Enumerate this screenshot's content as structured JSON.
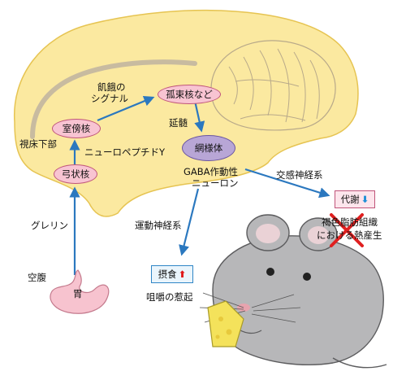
{
  "labels": {
    "feeding_signal": "飢餓の\nシグナル",
    "feeding_signal_l1": "飢餓の",
    "feeding_signal_l2": "シグナル",
    "enlarged": "延髄",
    "thalamus": "視床下部",
    "npy": "ニューロペプチドY",
    "gaba": "GABA作動性",
    "gaba_l2": "ニューロン",
    "sympathetic": "交感神経系",
    "motor": "運動神経系",
    "ghrelin": "グレリン",
    "fasting": "空腹",
    "stomach": "胃",
    "chewing": "咀嚼の惹起",
    "brown_fat_l1": "褐色脂肪組織",
    "brown_fat_l2": "における熱産生"
  },
  "nodes": {
    "pvn": "室傍核",
    "arc": "弓状核",
    "nts": "孤束核など",
    "reticular": "網様体",
    "metabolism": "代謝",
    "intake": "摂食"
  },
  "colors": {
    "brain": "#fbe9a0",
    "brain_edge": "#e6c452",
    "arrow": "#2b78bf",
    "mouse": "#b7b7b9",
    "stomach": "#f7c3cf",
    "cheese": "#f4e25b",
    "cross": "#e02020"
  },
  "icons": {
    "up": "up-arrow-icon",
    "down": "down-arrow-icon",
    "cross": "cross-icon"
  }
}
